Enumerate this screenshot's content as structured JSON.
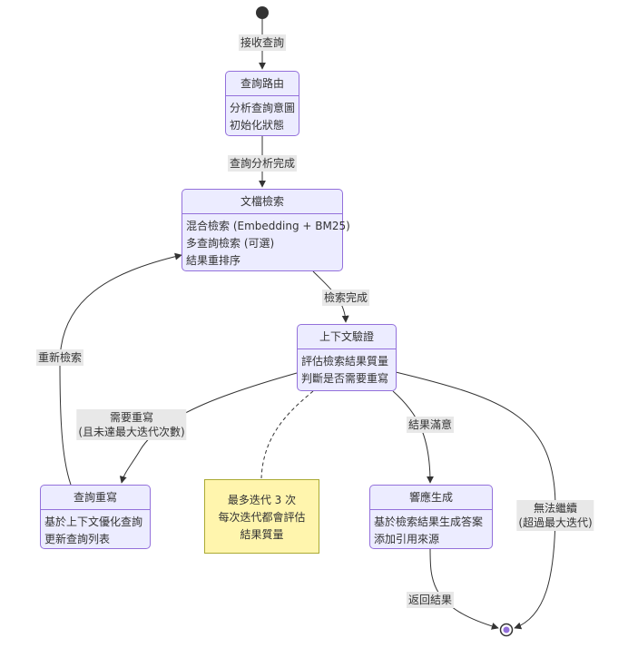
{
  "colors": {
    "state_fill": "#ECECFF",
    "state_border": "#9370DB",
    "edge": "#333333",
    "label_bg": "#e8e8e8",
    "note_fill": "#fff5ad",
    "note_border": "#aaaa33"
  },
  "states": {
    "routing": {
      "title": "查詢路由",
      "lines": [
        "分析查詢意圖",
        "初始化狀態"
      ]
    },
    "retrieval": {
      "title": "文檔檢索",
      "lines": [
        "混合檢索 (Embedding + BM25)",
        "多查詢檢索 (可選)",
        "結果重排序"
      ]
    },
    "validation": {
      "title": "上下文驗證",
      "lines": [
        "評估檢索結果質量",
        "判斷是否需要重寫"
      ]
    },
    "rewrite": {
      "title": "查詢重寫",
      "lines": [
        "基於上下文優化查詢",
        "更新查詢列表"
      ]
    },
    "generation": {
      "title": "響應生成",
      "lines": [
        "基於檢索結果生成答案",
        "添加引用來源"
      ]
    }
  },
  "note": {
    "lines": [
      "最多迭代 3 次",
      "每次迭代都會評估",
      "結果質量"
    ]
  },
  "edge_labels": {
    "receive_query": "接收查詢",
    "analysis_done": "查詢分析完成",
    "retrieval_done": "檢索完成",
    "need_rewrite": [
      "需要重寫",
      "(且未達最大迭代次數)"
    ],
    "re_retrieve": "重新檢索",
    "satisfied": "結果滿意",
    "cannot_continue": [
      "無法繼續",
      "(超過最大迭代)"
    ],
    "return_result": "返回結果"
  }
}
